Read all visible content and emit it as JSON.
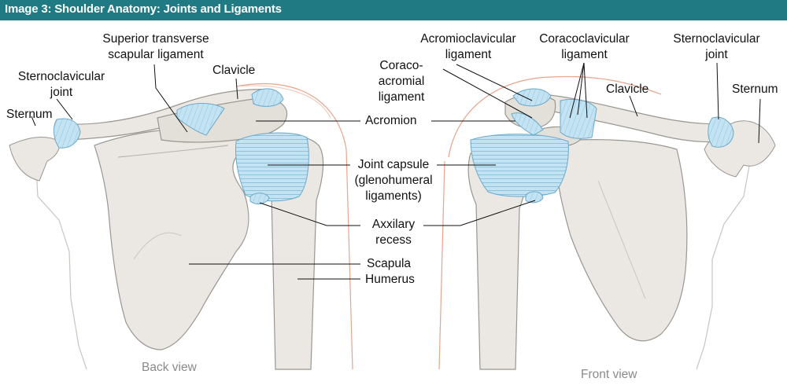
{
  "header": {
    "title": "Image 3: Shoulder Anatomy: Joints and Ligaments"
  },
  "colors": {
    "header_bg": "#1f7a84",
    "bone": "#ebe8e3",
    "ligament": "#b7dcee",
    "outline": "#9a9690",
    "skin": "#e8a48c"
  },
  "labels": {
    "back": {
      "superior_transverse_1": "Superior transverse",
      "superior_transverse_2": "scapular ligament",
      "clavicle": "Clavicle",
      "sternoclavicular_1": "Sternoclavicular",
      "sternoclavicular_2": "joint",
      "sternum": "Sternum"
    },
    "center": {
      "acromion": "Acromion",
      "joint_capsule_1": "Joint capsule",
      "joint_capsule_2": "(glenohumeral",
      "joint_capsule_3": "ligaments)",
      "axxilary_1": "Axxilary",
      "axxilary_2": "recess",
      "scapula": "Scapula",
      "humerus": "Humerus"
    },
    "front": {
      "acromioclavicular_1": "Acromioclavicular",
      "acromioclavicular_2": "ligament",
      "coracoclavicular_1": "Coracoclavicular",
      "coracoclavicular_2": "ligament",
      "sternoclavicular_1": "Sternoclavicular",
      "sternoclavicular_2": "joint",
      "coracoacromial_1": "Coraco-",
      "coracoacromial_2": "acromial",
      "coracoacromial_3": "ligament",
      "clavicle": "Clavicle",
      "sternum": "Sternum"
    }
  },
  "views": {
    "back": "Back view",
    "front": "Front view"
  }
}
